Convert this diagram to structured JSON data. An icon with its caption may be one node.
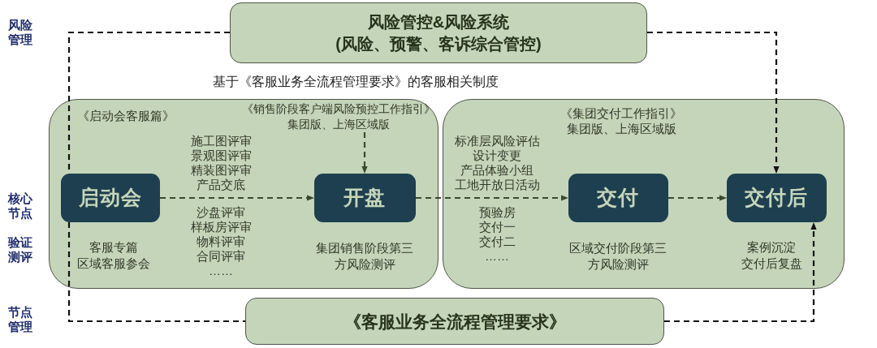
{
  "diagram": {
    "nodes": [
      {
        "text": [
          "风险管控&风险系统",
          "(风险、预警、客诉综合管控)"
        ]
      },
      {
        "text": [],
        "shape": "box"
      },
      {
        "text": [
          "启动会"
        ],
        "in": 1,
        "beside": [
          "客服专篇",
          "区域客服参会"
        ]
      },
      {
        "text": [
          "《销售阶段客户端风险预控工作指引》",
          "集团版、上海区域版"
        ],
        "in": 1
      },
      {
        "text": [
          "开盘"
        ],
        "in": 1,
        "beside": [
          "集团销售阶段第三方风险测评"
        ]
      },
      {
        "text": [],
        "shape": "box"
      },
      {
        "text": [
          "交付"
        ],
        "in": 5,
        "beside": [
          "《集团交付工作指引》",
          "集团版、上海区域版",
          "区域交付阶段第三方风险测评"
        ]
      },
      {
        "text": [
          "交付后"
        ],
        "in": 5,
        "beside": [
          "案例沉淀",
          "交付后复盘"
        ]
      },
      {
        "text": [
          "《客服业务全流程管理要求》"
        ]
      }
    ],
    "edges": [
      {
        "from": 2,
        "to": 4,
        "arrow": "to",
        "style": "dashed"
      },
      {
        "from": 4,
        "to": 6,
        "arrow": "to",
        "style": "dashed"
      },
      {
        "from": 6,
        "to": 7,
        "arrow": "to",
        "style": "dashed"
      },
      {
        "from": 3,
        "to": 4,
        "arrow": "to",
        "style": "dashed"
      },
      {
        "from": 0,
        "to": 2,
        "arrow": "none",
        "style": "dashed",
        "color": "#111111"
      },
      {
        "from": 2,
        "to": 8,
        "arrow": "none",
        "style": "dashed",
        "color": "#111111"
      },
      {
        "from": 0,
        "to": 7,
        "arrow": "to",
        "style": "dashed",
        "color": "#111111"
      },
      {
        "from": 8,
        "to": 7,
        "arrow": "to",
        "style": "dashed",
        "color": "#111111"
      }
    ],
    "labels": [
      "风险管理",
      "核心节点",
      "验证测评",
      "节点管理",
      "基于《客服业务全流程管理要求》的客服相关制度",
      "《启动会客服篇》",
      "施工图评审",
      "景观图评审",
      "精装图评审",
      "产品交底",
      "沙盘评审",
      "样板房评审",
      "物料评审",
      "合同评审",
      "……",
      "标准层风险评估",
      "设计变更",
      "产品体验小组",
      "工地开放日活动",
      "预验房",
      "交付一",
      "交付二",
      "……"
    ]
  }
}
